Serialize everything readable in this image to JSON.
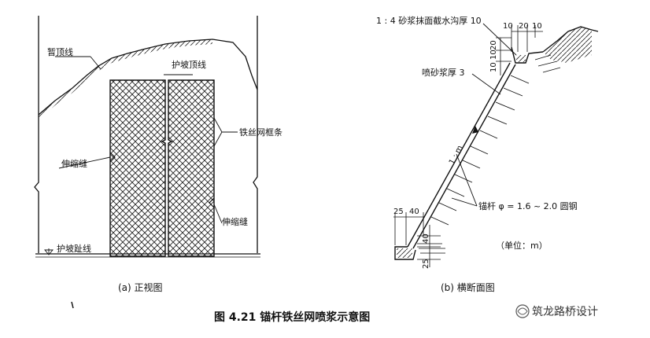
{
  "front_view": {
    "label_temp_top": "暂顶线",
    "label_slope_top": "护坡顶线",
    "label_mesh_frame": "铁丝网框条",
    "label_joint_left": "伸缩缝",
    "label_joint_right": "伸缩缝",
    "label_slope_toe": "护坡趾线",
    "caption": "(a)  正视图"
  },
  "cross_section": {
    "label_mortar": "1 : 4 砂浆抹面截水沟厚 10",
    "label_shotcrete": "喷砂浆厚 3",
    "label_anchor": "锚杆 φ = 1.6 ~ 2.0 圆钢",
    "label_slope_ratio": "1 : m",
    "label_unit": "（单位：m）",
    "dim_top_10a": "10",
    "dim_top_20": "20",
    "dim_top_10b": "10",
    "dim_v_20": "20",
    "dim_v_10a": "10",
    "dim_v_10b": "10",
    "dim_bot_25": "25",
    "dim_bot_40": "40",
    "dim_bot_v40": "40",
    "dim_bot_v25": "25",
    "caption": "(b)  横断面图"
  },
  "figure_caption": "图 4.21    锚杆铁丝网喷浆示意图",
  "watermark": "筑龙路桥设计"
}
